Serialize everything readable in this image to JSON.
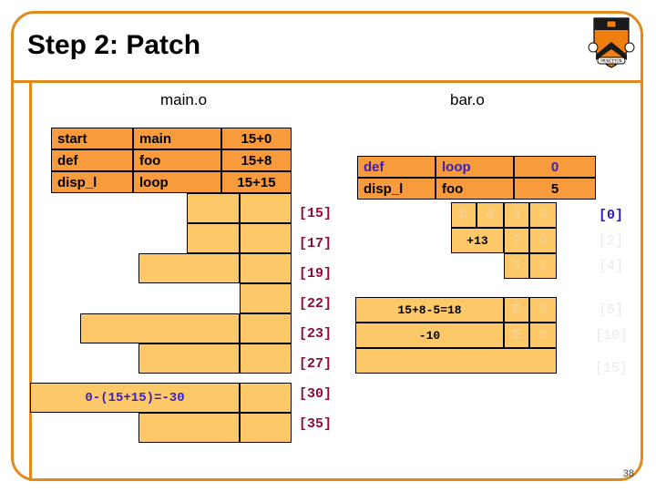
{
  "slide": {
    "title": "Step 2: Patch",
    "page_number": "38",
    "logo": "princeton-shield-icon",
    "frame_color": "#e08a1e"
  },
  "colors": {
    "header_cell": "#f89b3c",
    "body_cell": "#fdc867",
    "blue_text": "#3a1fbf",
    "left_offset_label": "#8f0b35",
    "right_offset_label": "#e9e9e9",
    "highlight_offset": "#2a1ab9"
  },
  "main_object": {
    "label": "main.o",
    "table_rows": [
      {
        "col1": "start",
        "col2": "main",
        "col3": "15+0"
      },
      {
        "col1": "def",
        "col2": "foo",
        "col3": "15+8"
      },
      {
        "col1": "disp_l",
        "col2": "loop",
        "col3": "15+15"
      }
    ],
    "offsets": [
      "[15]",
      "[17]",
      "[19]",
      "[22]",
      "[23]",
      "[27]",
      "[30]",
      "[35]"
    ],
    "annotation": "0-(15+15)=-30"
  },
  "bar_object": {
    "label": "bar.o",
    "table_rows": [
      {
        "col1": "def",
        "col2": "loop",
        "col3": "0",
        "style": "blue"
      },
      {
        "col1": "disp_l",
        "col2": "foo",
        "col3": "5",
        "style": "black"
      }
    ],
    "offsets": [
      "[0]",
      "[2]",
      "[4]",
      "[5]",
      "[10]",
      "[15]"
    ],
    "hex_rows": [
      {
        "left_a": "D",
        "left_b": "0",
        "right_a": "3",
        "right_b": "9"
      },
      {
        "patch": "+13",
        "right_a": "7",
        "right_b": "D"
      },
      {
        "right_a": "5",
        "right_b": "2"
      },
      {
        "annotation": "15+8-5=18",
        "right_a": "E",
        "right_b": "8"
      },
      {
        "annotation": "-10",
        "right_a": "E",
        "right_b": "9"
      }
    ]
  }
}
